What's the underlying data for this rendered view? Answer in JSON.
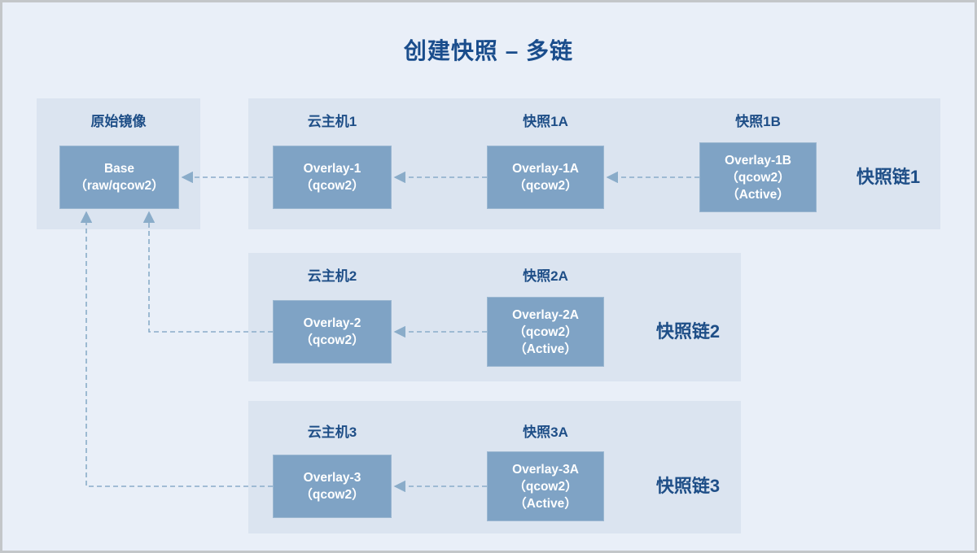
{
  "title": "创建快照 – 多链",
  "colors": {
    "background": "#e9eff8",
    "panel": "#dbe4f0",
    "node_fill": "#7fa3c5",
    "node_text": "#ffffff",
    "label_text": "#1e4e87",
    "title_text": "#1a4d8c",
    "arrow": "#8aacc9",
    "frame_border": "#c3c6c9"
  },
  "base_panel": {
    "label": "原始镜像",
    "node": {
      "line1": "Base",
      "line2": "（raw/qcow2）"
    }
  },
  "chains": [
    {
      "name": "快照链1",
      "nodes": [
        {
          "label": "云主机1",
          "line1": "Overlay-1",
          "line2": "（qcow2）"
        },
        {
          "label": "快照1A",
          "line1": "Overlay-1A",
          "line2": "（qcow2）"
        },
        {
          "label": "快照1B",
          "line1": "Overlay-1B",
          "line2": "（qcow2）",
          "line3": "（Active）"
        }
      ]
    },
    {
      "name": "快照链2",
      "nodes": [
        {
          "label": "云主机2",
          "line1": "Overlay-2",
          "line2": "（qcow2）"
        },
        {
          "label": "快照2A",
          "line1": "Overlay-2A",
          "line2": "（qcow2）",
          "line3": "（Active）"
        }
      ]
    },
    {
      "name": "快照链3",
      "nodes": [
        {
          "label": "云主机3",
          "line1": "Overlay-3",
          "line2": "（qcow2）"
        },
        {
          "label": "快照3A",
          "line1": "Overlay-3A",
          "line2": "（qcow2）",
          "line3": "（Active）"
        }
      ]
    }
  ]
}
